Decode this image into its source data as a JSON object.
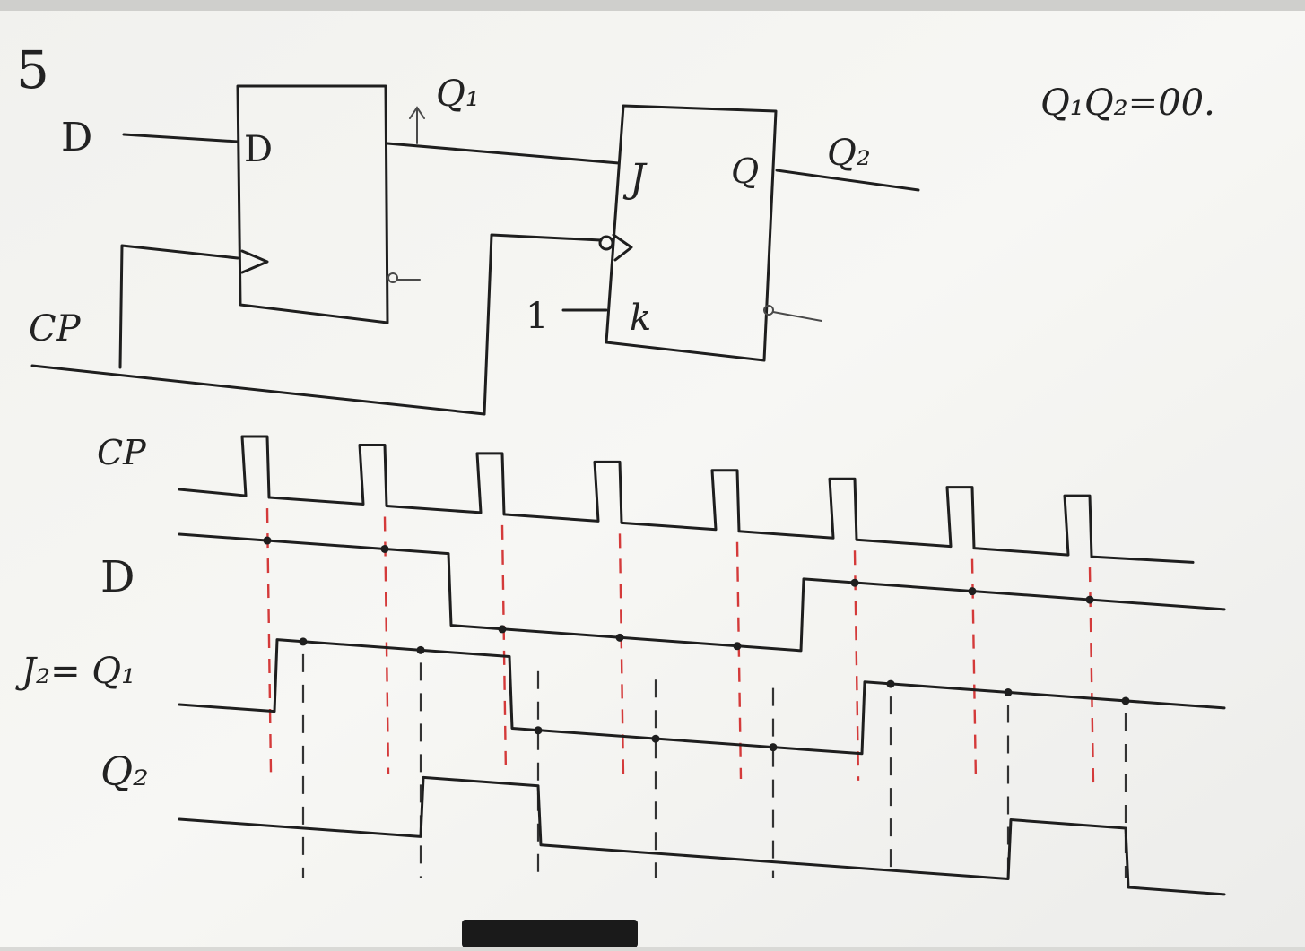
{
  "problem_number": "5",
  "note": "Q₁Q₂=00.",
  "circuit": {
    "ff1": {
      "d_input": "D",
      "d_pin": "D",
      "clock_input": "CP",
      "output": "Q₁"
    },
    "ff2": {
      "j_pin": "J",
      "k_pin": "k",
      "q_pin": "Q",
      "k_input": "1",
      "output": "Q₂"
    }
  },
  "timing": {
    "cp_label": "CP",
    "d_label": "D",
    "q1_label": "J₂= Q₁",
    "q2_label": "Q₂",
    "clock_pulses": 8,
    "d_levels": [
      1,
      1,
      0,
      0,
      0,
      1,
      1,
      1
    ],
    "q1_levels": [
      1,
      1,
      0,
      0,
      0,
      1,
      1,
      1
    ],
    "q2_levels": [
      0,
      1,
      0,
      0,
      0,
      0,
      1,
      0
    ]
  },
  "colors": {
    "board": "#f4f4f1",
    "ink": "#1e1e1e",
    "red_guides": "#d43a3a"
  }
}
